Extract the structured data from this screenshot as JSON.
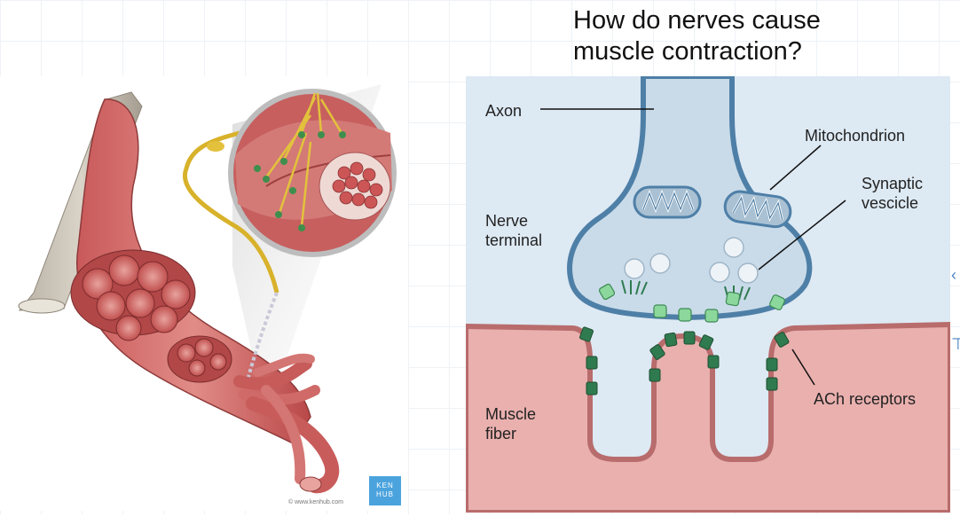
{
  "title": {
    "line1": "How do nerves cause",
    "line2": "muscle contraction?"
  },
  "diagram": {
    "labels": {
      "axon": "Axon",
      "mitochondrion": "Mitochondrion",
      "synaptic_vesicle_1": "Synaptic",
      "synaptic_vesicle_2": "vescicle",
      "nerve_terminal_1": "Nerve",
      "nerve_terminal_2": "terminal",
      "muscle_fiber_1": "Muscle",
      "muscle_fiber_2": "fiber",
      "ach_receptors": "ACh receptors"
    },
    "colors": {
      "axon_fill": "#c9dbe9",
      "axon_outline": "#4e7fa7",
      "background_blue": "#dde9f3",
      "muscle_fill": "#e9b0ae",
      "muscle_outline": "#b86c6c",
      "receptor_dark": "#2f7a4f",
      "receptor_light": "#8cd79c"
    }
  },
  "illustration": {
    "logo_line1": "KEN",
    "logo_line2": "HUB",
    "credit": "© www.kenhub.com"
  }
}
